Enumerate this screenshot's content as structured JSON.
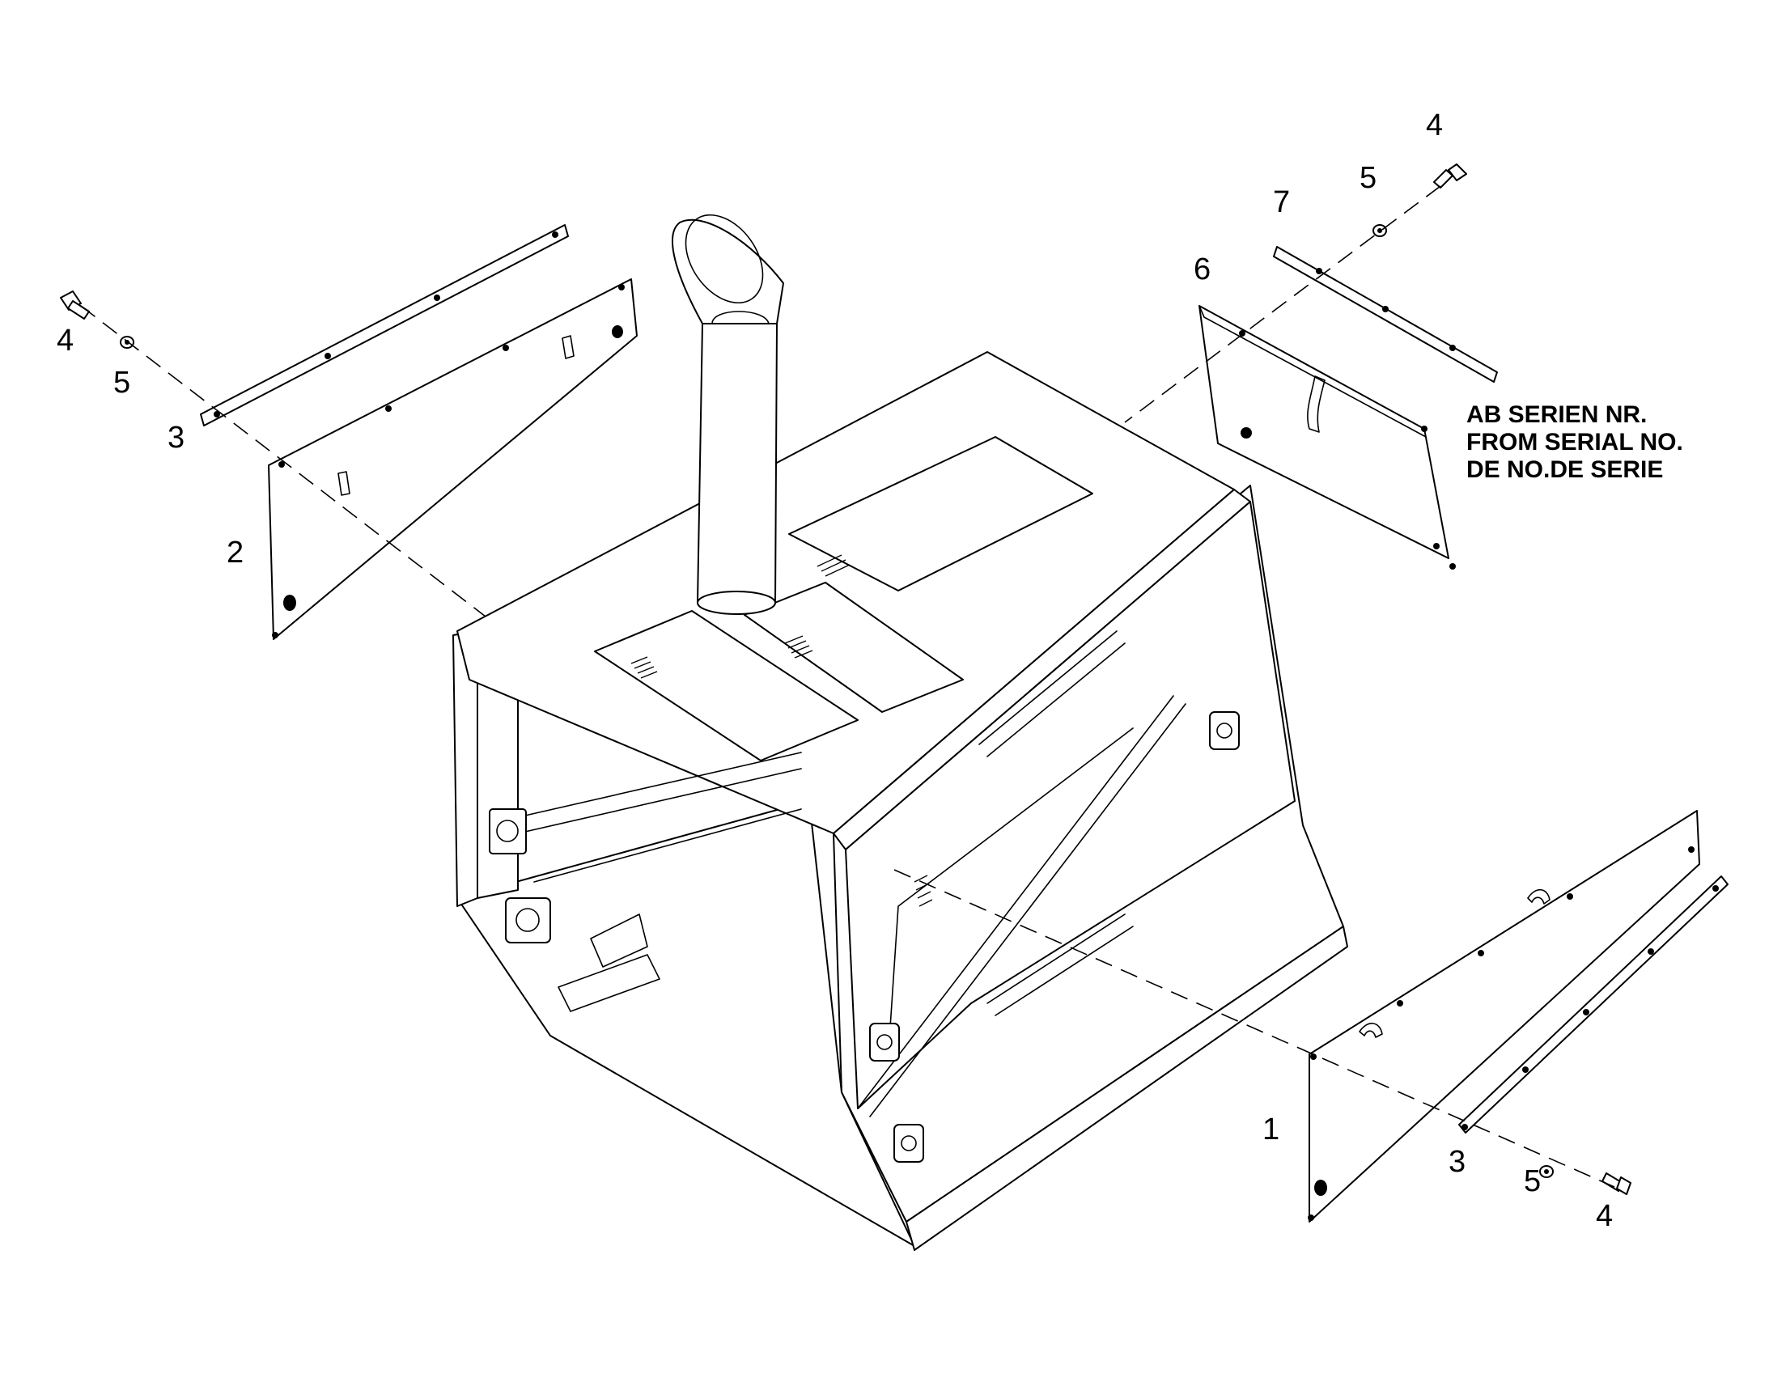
{
  "callouts": {
    "left_4": "4",
    "left_5": "5",
    "left_3": "3",
    "left_2": "2",
    "top_4": "4",
    "top_5": "5",
    "top_7": "7",
    "top_6": "6",
    "bottom_1": "1",
    "bottom_3": "3",
    "bottom_5": "5",
    "bottom_4": "4"
  },
  "serial_note": {
    "line1": "AB SERIEN NR.",
    "line2": "FROM SERIAL NO.",
    "line3": "DE NO.DE SERIE"
  }
}
